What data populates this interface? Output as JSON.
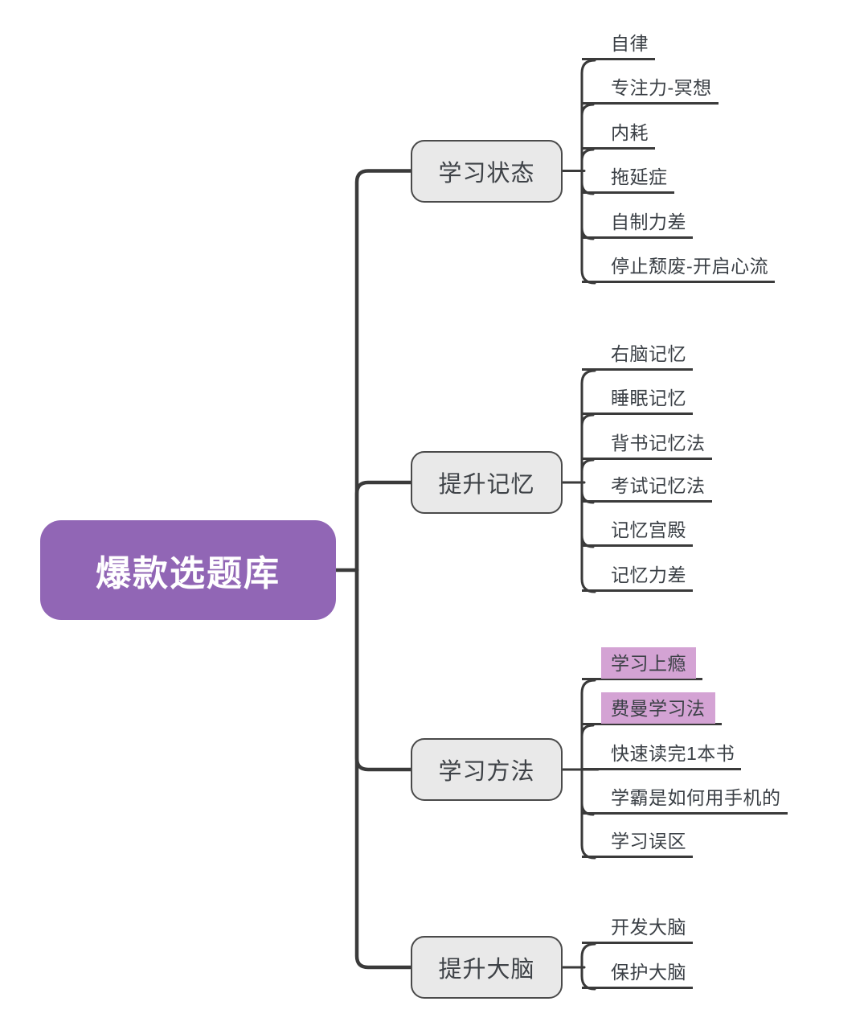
{
  "root": {
    "label": "爆款选题库"
  },
  "colors": {
    "root_bg": "#9166b5",
    "root_text": "#ffffff",
    "branch_bg": "#e9e9e9",
    "branch_border": "#4a4a4a",
    "connector_line": "#3a3a3a",
    "leaf_text": "#3b4046",
    "highlight_bg": "#d4a3d4"
  },
  "branches": [
    {
      "label": "学习状态",
      "leaves": [
        {
          "label": "自律",
          "highlighted": false
        },
        {
          "label": "专注力-冥想",
          "highlighted": false
        },
        {
          "label": "内耗",
          "highlighted": false
        },
        {
          "label": "拖延症",
          "highlighted": false
        },
        {
          "label": "自制力差",
          "highlighted": false
        },
        {
          "label": "停止颓废-开启心流",
          "highlighted": false
        }
      ]
    },
    {
      "label": "提升记忆",
      "leaves": [
        {
          "label": "右脑记忆",
          "highlighted": false
        },
        {
          "label": "睡眠记忆",
          "highlighted": false
        },
        {
          "label": "背书记忆法",
          "highlighted": false
        },
        {
          "label": "考试记忆法",
          "highlighted": false
        },
        {
          "label": "记忆宫殿",
          "highlighted": false
        },
        {
          "label": "记忆力差",
          "highlighted": false
        }
      ]
    },
    {
      "label": "学习方法",
      "leaves": [
        {
          "label": "学习上瘾",
          "highlighted": true
        },
        {
          "label": "费曼学习法",
          "highlighted": true
        },
        {
          "label": "快速读完1本书",
          "highlighted": false
        },
        {
          "label": "学霸是如何用手机的",
          "highlighted": false
        },
        {
          "label": "学习误区",
          "highlighted": false
        }
      ]
    },
    {
      "label": "提升大脑",
      "leaves": [
        {
          "label": "开发大脑",
          "highlighted": false
        },
        {
          "label": "保护大脑",
          "highlighted": false
        }
      ]
    }
  ]
}
